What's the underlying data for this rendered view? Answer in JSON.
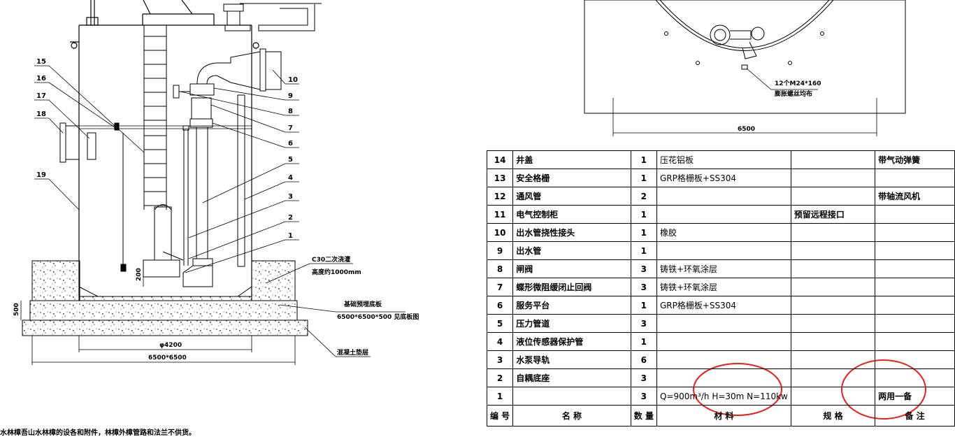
{
  "callouts": [
    "15",
    "16",
    "17",
    "18",
    "19",
    "10",
    "9",
    "8",
    "7",
    "6",
    "5",
    "4",
    "3",
    "2",
    "1"
  ],
  "notes": {
    "c30_line1": "C30二次浇灌",
    "c30_line2": "高度约1000mm",
    "foundation_line1": "基础预埋底板",
    "foundation_line2": "6500*6500*500 见底板图",
    "concrete_cushion": "混凝土垫层",
    "bolts_line1": "12个M24*160",
    "bolts_line2": "膨胀螺丝均布"
  },
  "dimensions": {
    "dim_200": "200",
    "dim_500": "500",
    "dim_4200": "φ4200",
    "dim_6500x6500": "6500*6500",
    "dim_6500": "6500"
  },
  "footnote": "水林樟吾山水林樟的设各和附件，林樟外樟管路和法兰不供货。",
  "bom": {
    "headers": {
      "no": "编 号",
      "name": "名 称",
      "qty": "数 量",
      "material": "材 料",
      "spec": "规 格",
      "note": "备 注"
    },
    "rows": [
      {
        "no": "14",
        "name": "井盖",
        "qty": "1",
        "material": "压花铝板",
        "spec": "",
        "note": "带气动弹簧"
      },
      {
        "no": "13",
        "name": "安全格栅",
        "qty": "1",
        "material": "GRP格栅板+SS304",
        "spec": "",
        "note": ""
      },
      {
        "no": "12",
        "name": "通风管",
        "qty": "2",
        "material": "",
        "spec": "",
        "note": "带轴流风机"
      },
      {
        "no": "11",
        "name": "电气控制柜",
        "qty": "1",
        "material": "",
        "spec": "预留远程接口",
        "note": ""
      },
      {
        "no": "10",
        "name": "出水管挠性接头",
        "qty": "1",
        "material": "橡胶",
        "spec": "",
        "note": ""
      },
      {
        "no": "9",
        "name": "出水管",
        "qty": "1",
        "material": "",
        "spec": "",
        "note": ""
      },
      {
        "no": "8",
        "name": "闸阀",
        "qty": "3",
        "material": "铸铁+环氧涂层",
        "spec": "",
        "note": ""
      },
      {
        "no": "7",
        "name": "蝶形微阻缓闭止回阀",
        "qty": "3",
        "material": "铸铁+环氧涂层",
        "spec": "",
        "note": ""
      },
      {
        "no": "6",
        "name": "服务平台",
        "qty": "1",
        "material": "GRP格栅板+SS304",
        "spec": "",
        "note": ""
      },
      {
        "no": "5",
        "name": "压力管道",
        "qty": "3",
        "material": "",
        "spec": "",
        "note": ""
      },
      {
        "no": "4",
        "name": "液位传感器保护管",
        "qty": "1",
        "material": "",
        "spec": "",
        "note": ""
      },
      {
        "no": "3",
        "name": "水泵导轨",
        "qty": "6",
        "material": "",
        "spec": "",
        "note": ""
      },
      {
        "no": "2",
        "name": "自耦底座",
        "qty": "3",
        "material": "",
        "spec": "",
        "note": ""
      },
      {
        "no": "1",
        "name": "",
        "qty": "3",
        "material": "Q=900m³/h H=30m N=110kw",
        "spec": "",
        "note": "两用一备"
      }
    ]
  },
  "colors": {
    "line": "#000000",
    "annotation": "#e8201c"
  }
}
